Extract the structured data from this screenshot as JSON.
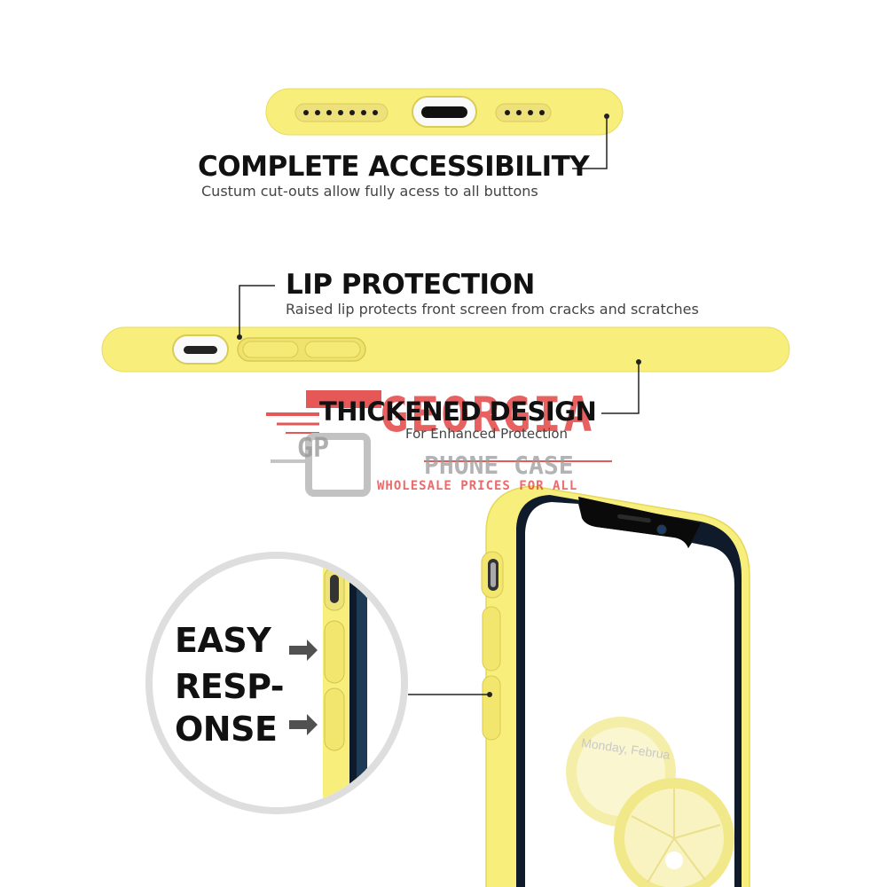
{
  "features": {
    "accessibility": {
      "title": "COMPLETE ACCESSIBILITY",
      "subtitle": "Custum cut-outs allow fully acess to all buttons"
    },
    "lip": {
      "title": "LIP PROTECTION",
      "subtitle": "Raised lip protects front screen from cracks and scratches"
    },
    "thickened": {
      "title": "THICKENED DESIGN",
      "subtitle": "For Enhanced Protection"
    },
    "response": {
      "line1": "EASY",
      "line2": "RESP-",
      "line3": "ONSE"
    }
  },
  "watermark": {
    "badge": "GP",
    "brand": "GEORGIA",
    "line2": "PHONE CASE",
    "line3": "WHOLESALE PRICES FOR ALL"
  },
  "screen": {
    "date_text": "Monday, Februa"
  },
  "colors": {
    "case_yellow": "#f7ee7c",
    "watermark_red": "#e23a3a",
    "watermark_gray": "#9a9a9a"
  }
}
